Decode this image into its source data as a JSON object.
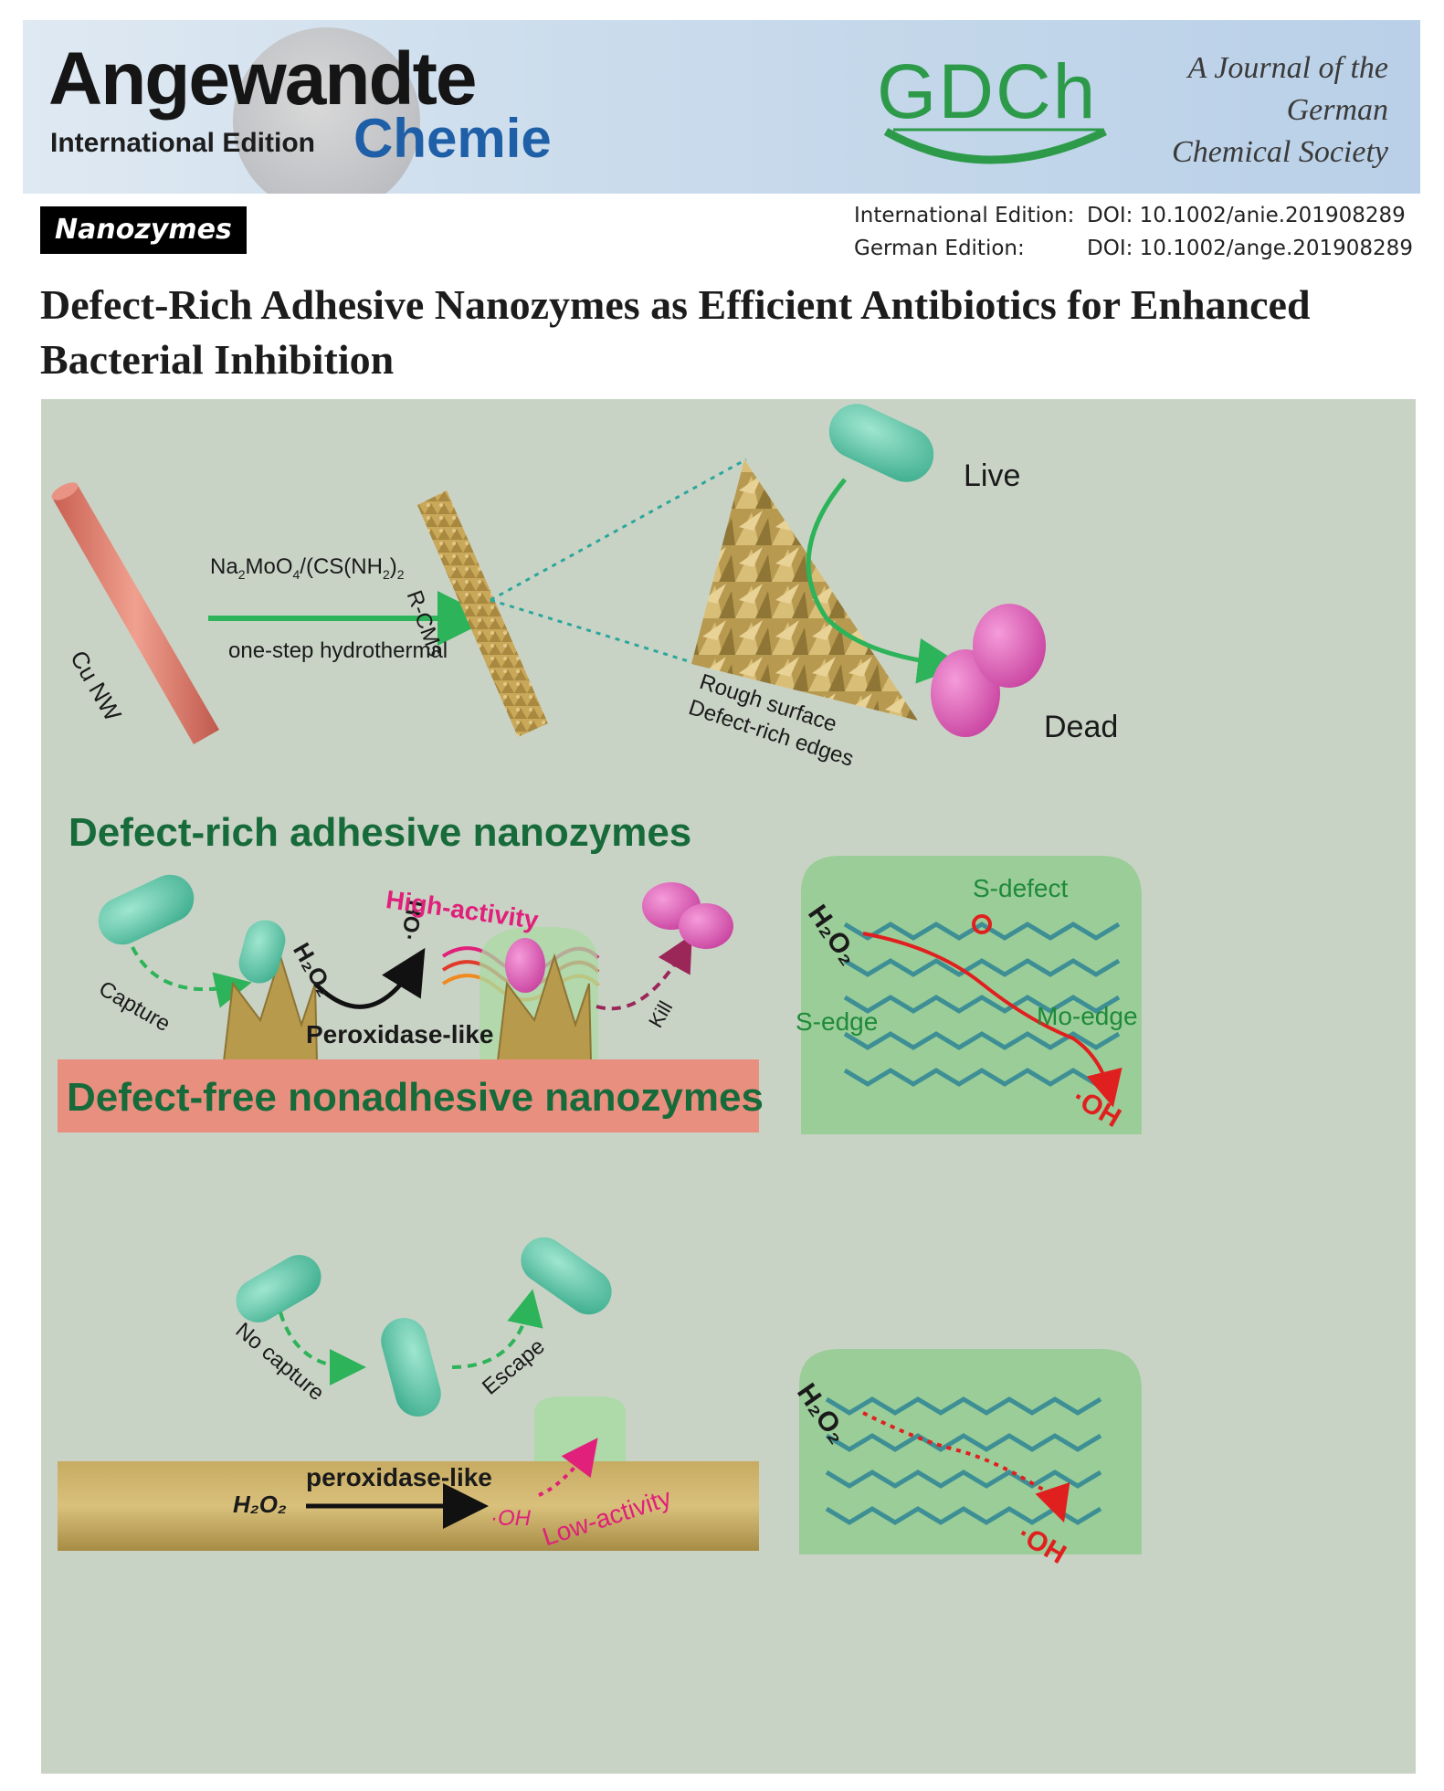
{
  "journal": {
    "name_line1": "Angewandte",
    "name_line2": "Chemie",
    "edition": "International Edition",
    "society_logo": "GDCh",
    "society": [
      "A Journal of the",
      "German",
      "Chemical Society"
    ]
  },
  "section": "Nanozymes",
  "doi": {
    "intl_label": "International Edition:",
    "intl_value": "DOI: 10.1002/anie.201908289",
    "german_label": "German Edition:",
    "german_value": "DOI: 10.1002/ange.201908289"
  },
  "title": "Defect-Rich Adhesive Nanozymes as Efficient Antibiotics for Enhanced Bacterial Inhibition",
  "figure": {
    "top": {
      "cu_nw": "Cu NW",
      "reagent_a": "Na",
      "reagent_a_sub": "2",
      "reagent_b": "MoO",
      "reagent_b_sub": "4",
      "reagent_c": "/(CS(NH",
      "reagent_c_sub": "2",
      "reagent_d": ")",
      "reagent_d_sub": "2",
      "method": "one-step hydrothermal",
      "product": "R-CMs",
      "surface_1": "Rough surface",
      "surface_2": "Defect-rich edges",
      "live": "Live",
      "dead": "Dead"
    },
    "middle": {
      "heading": "Defect-rich adhesive nanozymes",
      "capture": "Capture",
      "h2o2": "H₂O₂",
      "oh": "·OH",
      "activity": "High-activity",
      "peroxidase": "Peroxidase-like",
      "kill": "Kill",
      "s_defect": "S-defect",
      "s_edge": "S-edge",
      "mo_edge": "Mo-edge",
      "oh_out": "·OH"
    },
    "bottom": {
      "heading": "Defect-free nonadhesive nanozymes",
      "no_capture": "No capture",
      "escape": "Escape",
      "h2o2": "H₂O₂",
      "peroxidase": "peroxidase-like",
      "oh": "·OH",
      "activity": "Low-activity",
      "h2o2_right": "H₂O₂",
      "oh_out": "·OH"
    }
  },
  "colors": {
    "chemie_blue": "#1f5fa8",
    "gdch_green": "#2d9a4a",
    "heading_green": "#176a3a",
    "figure_bg": "#c9d3c5",
    "cu_pink": "#e78a7a",
    "activity_magenta": "#e0207a"
  }
}
